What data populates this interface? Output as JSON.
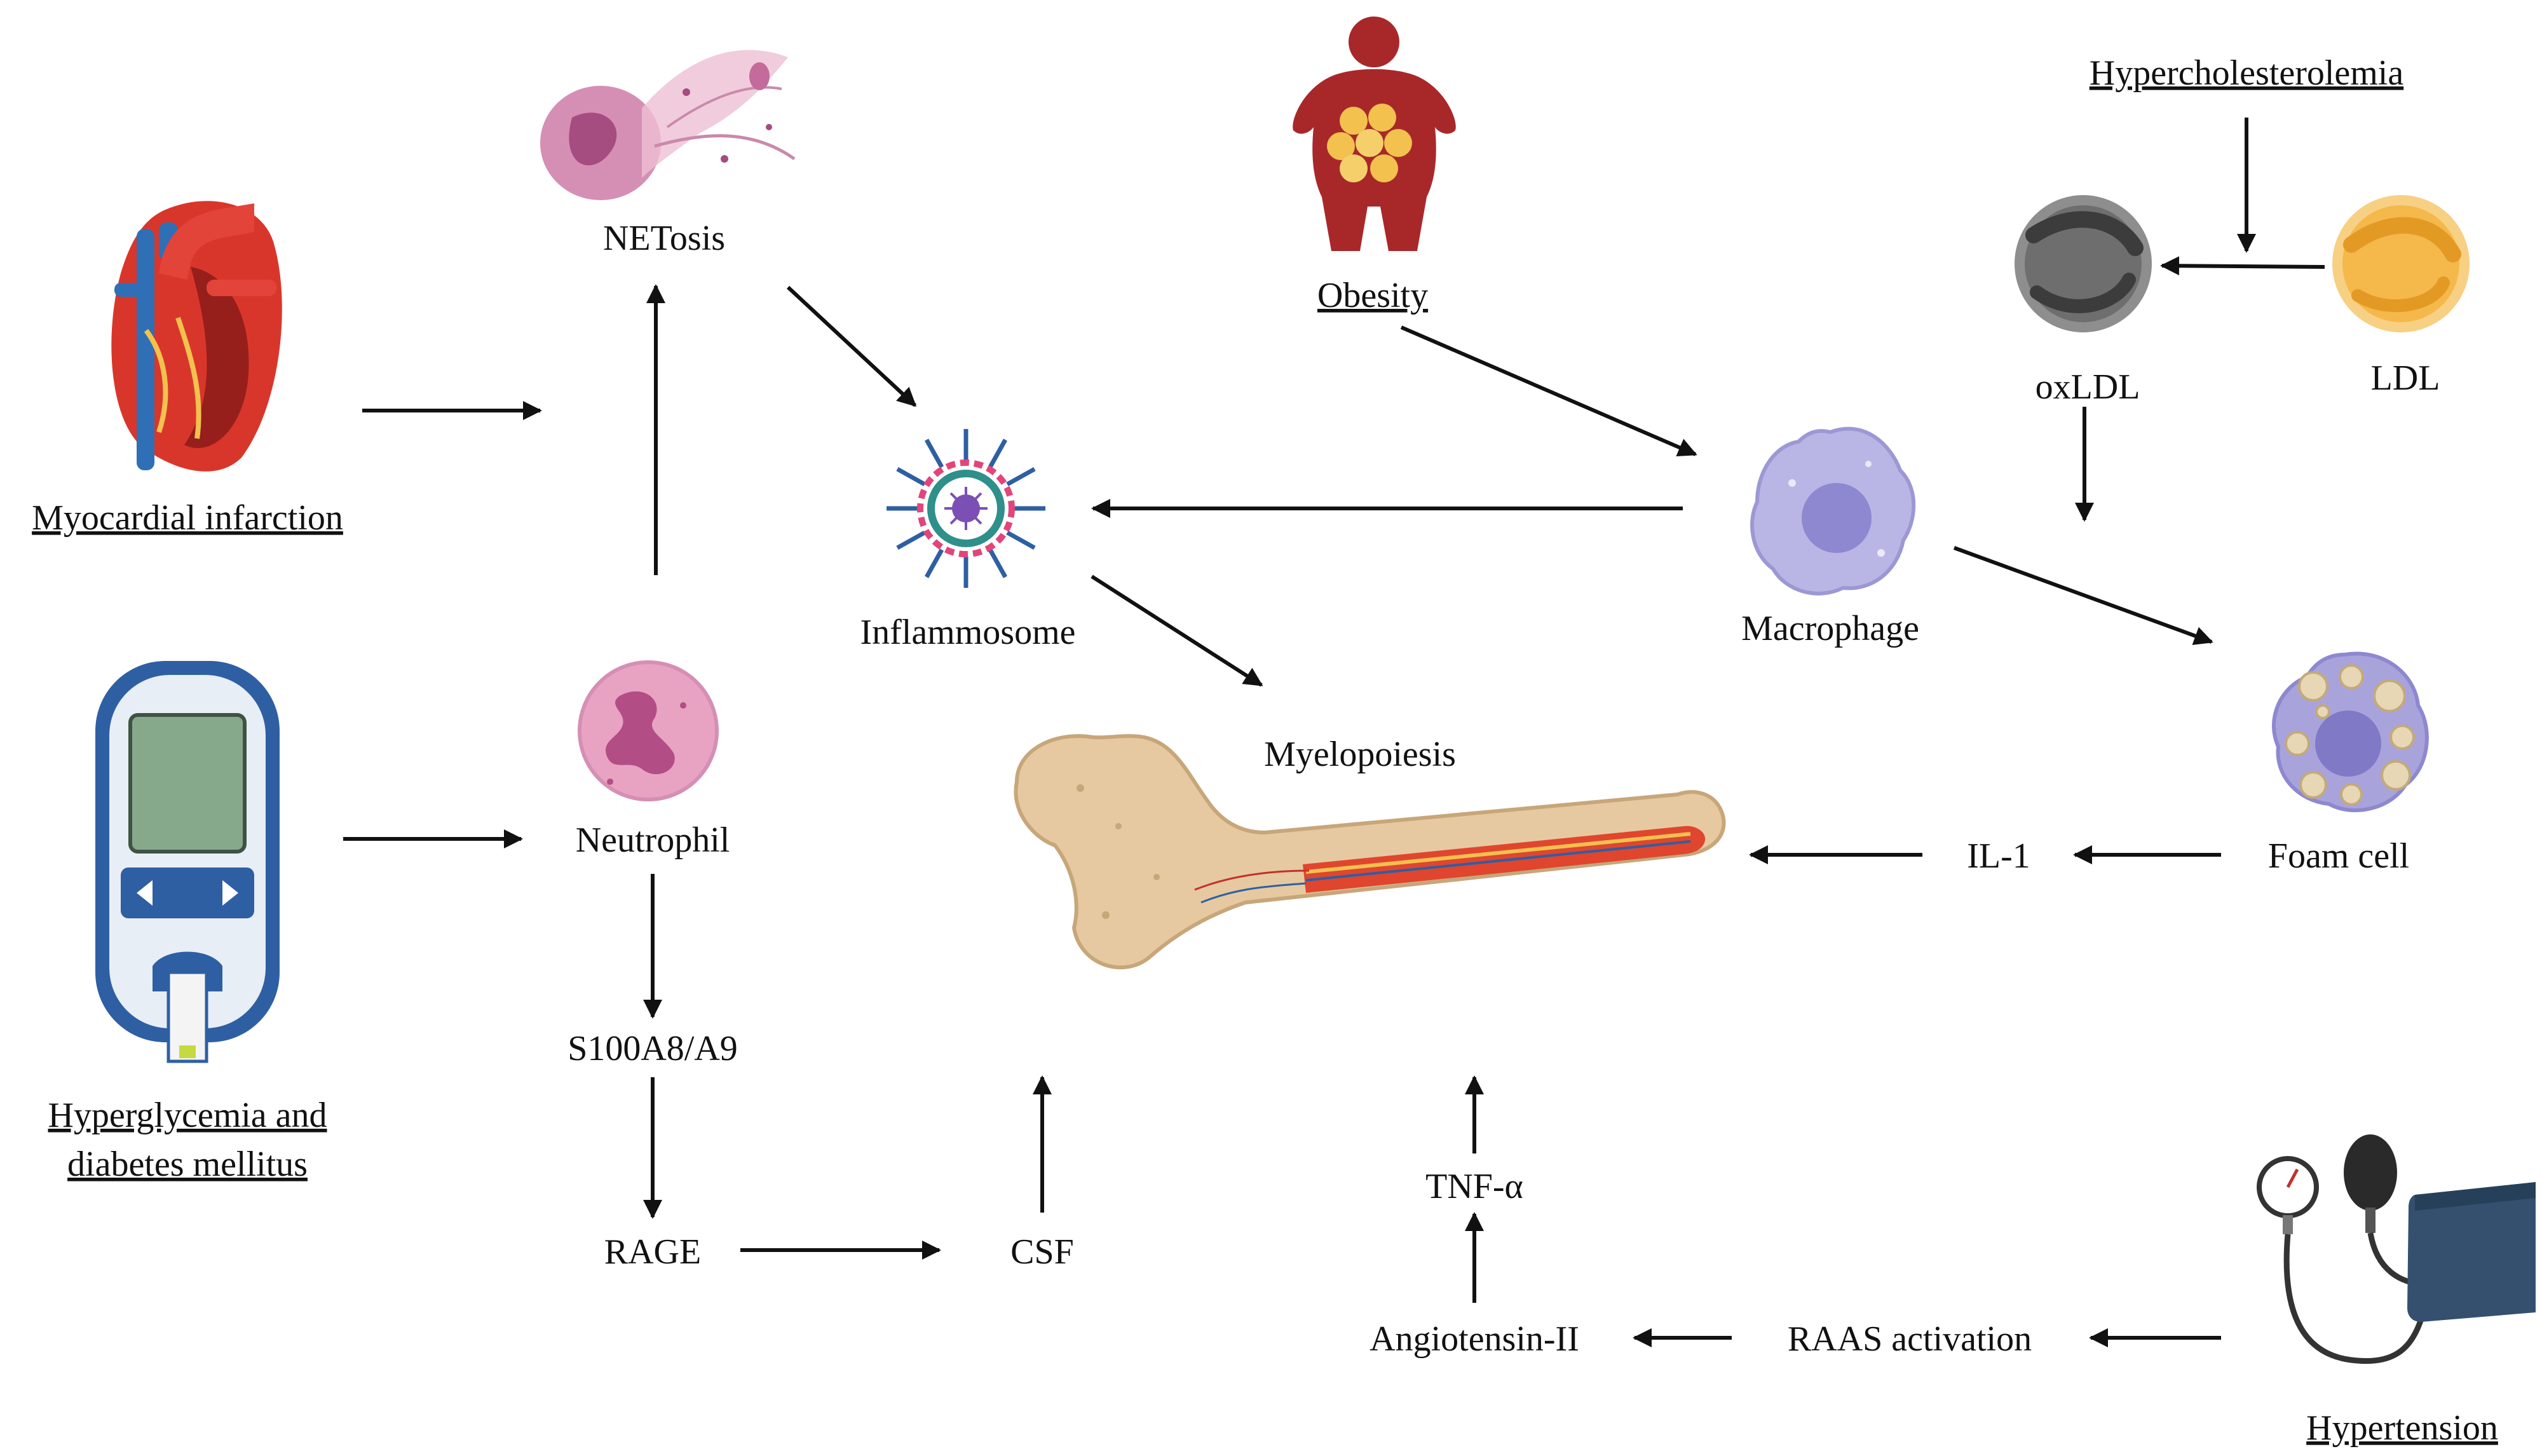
{
  "labels": {
    "netosis": "NETosis",
    "myocardial_infarction": "Myocardial infarction",
    "obesity": "Obesity",
    "hypercholesterolemia": "Hypercholesterolemia",
    "oxldl": "oxLDL",
    "ldl": "LDL",
    "inflammosome": "Inflammosome",
    "macrophage": "Macrophage",
    "myelopoiesis": "Myelopoiesis",
    "neutrophil": "Neutrophil",
    "foam_cell": "Foam cell",
    "il1": "IL-1",
    "s100a8_a9": "S100A8/A9",
    "hyperglycemia_line1": "Hyperglycemia and",
    "hyperglycemia_line2": "diabetes mellitus",
    "rage": "RAGE",
    "csf": "CSF",
    "tnf_alpha": "TNF-α",
    "angiotensin_ii": "Angiotensin-II",
    "raas_activation": "RAAS activation",
    "hypertension": "Hypertension"
  },
  "colors": {
    "arrow": "#111111",
    "heart_red": "#d9362b",
    "heart_blue": "#2f6fb5",
    "netosis_pink": "#d58fb4",
    "obesity_red": "#a8282a",
    "fat_yellow": "#f2c14e",
    "oxldl_gray": "#6e6e6e",
    "ldl_orange": "#f5b84a",
    "macrophage_purple": "#b9b6e6",
    "macrophage_nucleus": "#8d88cf",
    "neutrophil_pink": "#e8a3c3",
    "neutrophil_nucleus": "#b34d86",
    "bone_tan": "#e6c9a0",
    "marrow_red": "#e0452e",
    "glucometer_blue": "#2e5fa3",
    "screen_green": "#86a98c",
    "cuff_navy": "#34506e"
  }
}
